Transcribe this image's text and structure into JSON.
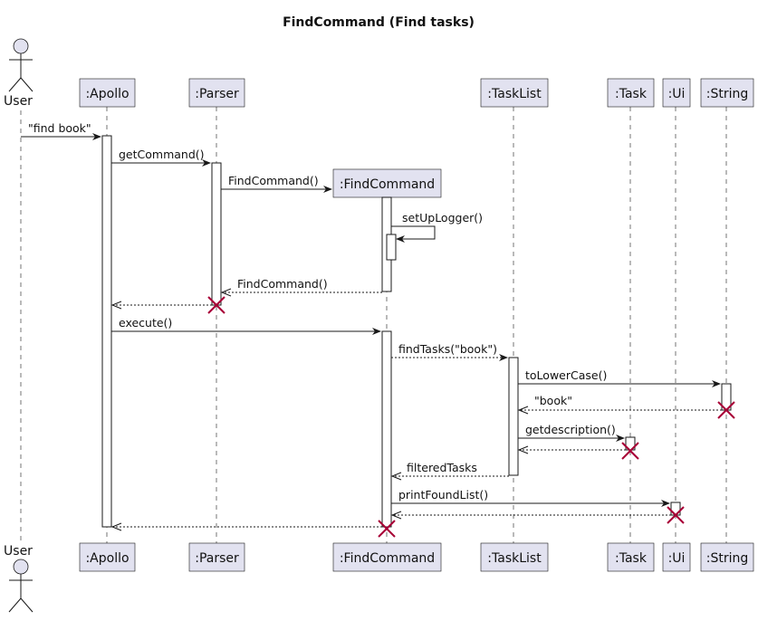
{
  "title": "FindCommand (Find tasks)",
  "actor": {
    "name": "User"
  },
  "participants": [
    {
      "name": ":Apollo"
    },
    {
      "name": ":Parser"
    },
    {
      "name": ":FindCommand"
    },
    {
      "name": ":TaskList"
    },
    {
      "name": ":Task"
    },
    {
      "name": ":Ui"
    },
    {
      "name": ":String"
    }
  ],
  "messages": [
    {
      "label": "\"find book\"",
      "kind": "sync"
    },
    {
      "label": "getCommand()",
      "kind": "sync"
    },
    {
      "label": "FindCommand()",
      "kind": "create"
    },
    {
      "label": "setUpLogger()",
      "kind": "self"
    },
    {
      "label": "FindCommand()",
      "kind": "return"
    },
    {
      "label": "",
      "kind": "return"
    },
    {
      "label": "execute()",
      "kind": "sync"
    },
    {
      "label": "findTasks(\"book\")",
      "kind": "async"
    },
    {
      "label": "toLowerCase()",
      "kind": "sync"
    },
    {
      "label": "\"book\"",
      "kind": "return"
    },
    {
      "label": "getdescription()",
      "kind": "sync"
    },
    {
      "label": "",
      "kind": "return"
    },
    {
      "label": "filteredTasks",
      "kind": "return"
    },
    {
      "label": "printFoundList()",
      "kind": "sync"
    },
    {
      "label": "",
      "kind": "return"
    },
    {
      "label": "",
      "kind": "return"
    }
  ]
}
